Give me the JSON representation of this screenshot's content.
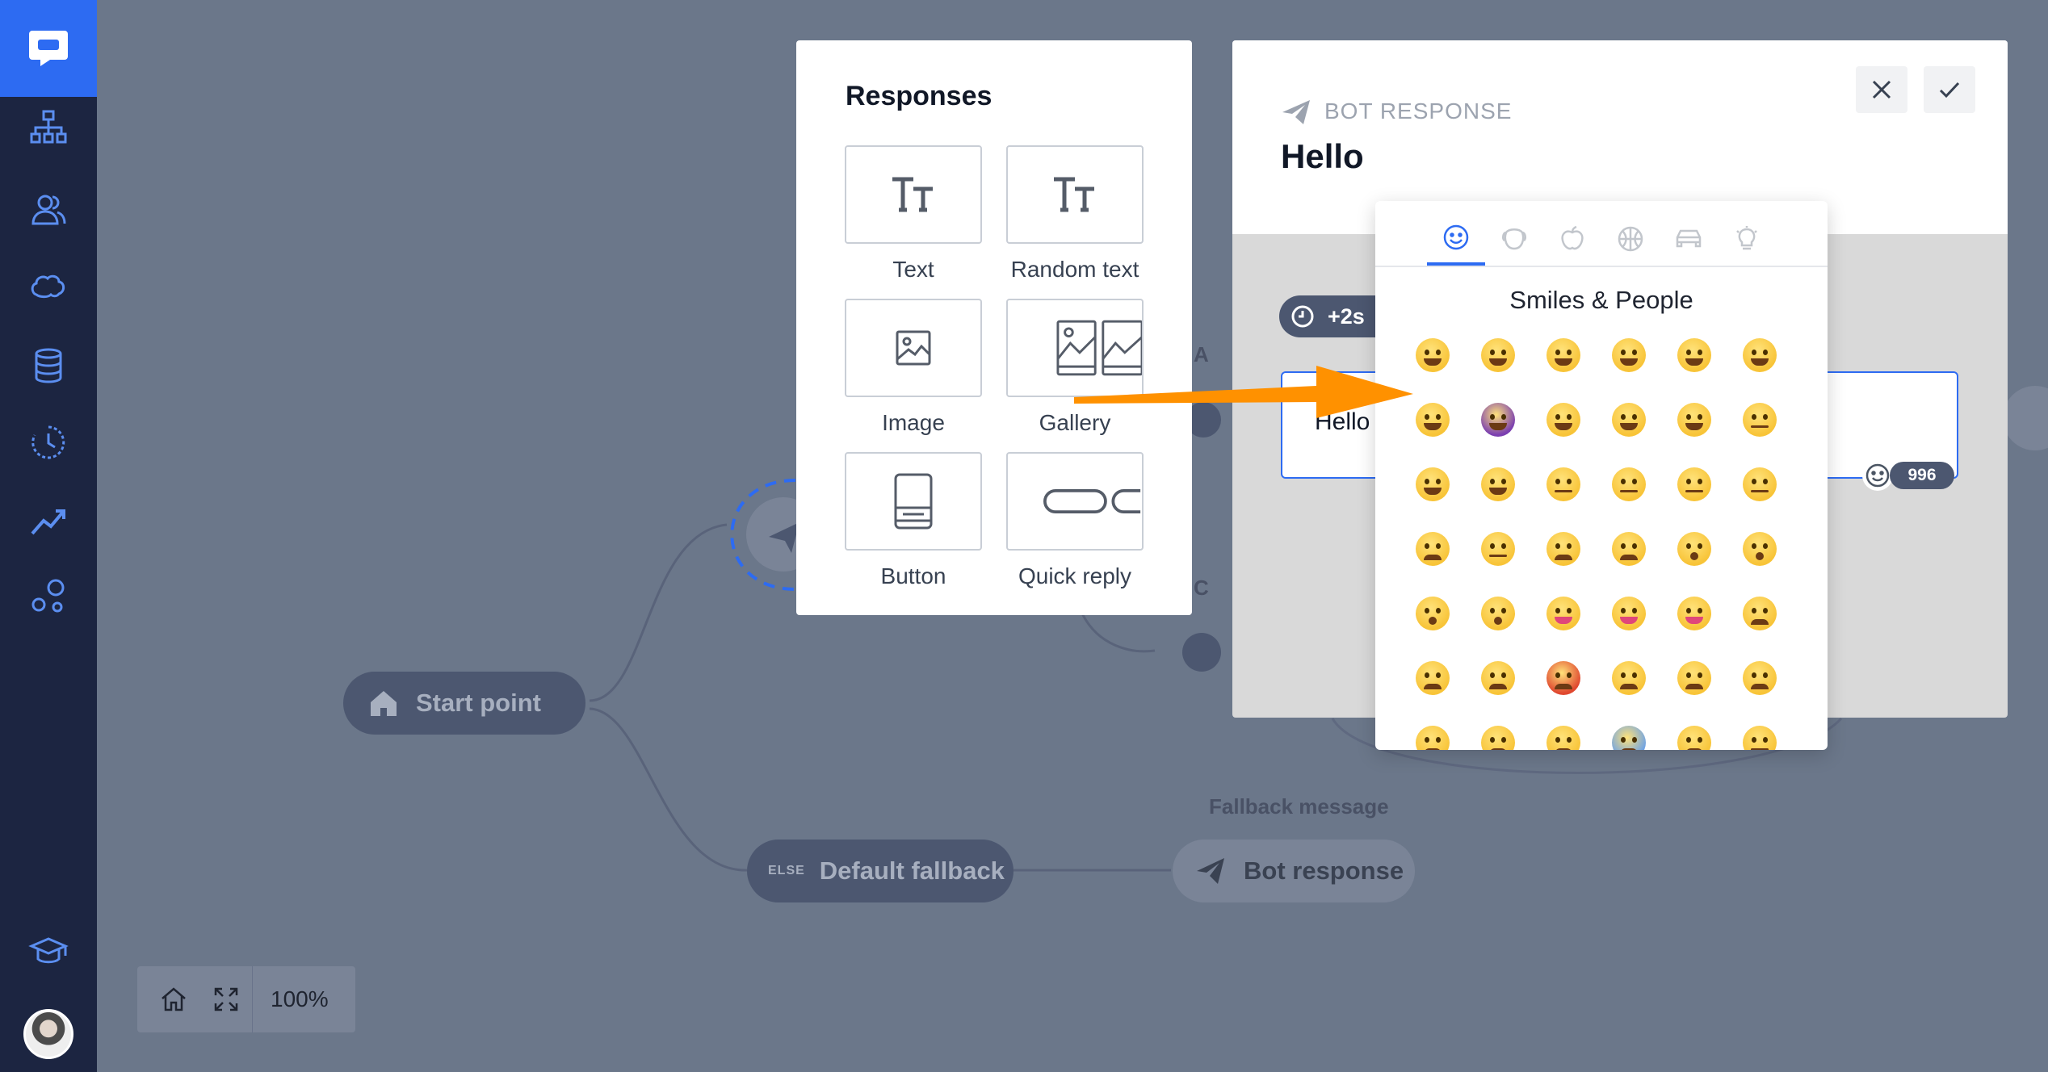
{
  "sidebar": {
    "items": [
      {
        "name": "flows-icon"
      },
      {
        "name": "users-icon"
      },
      {
        "name": "brain-icon"
      },
      {
        "name": "database-icon"
      },
      {
        "name": "history-icon"
      },
      {
        "name": "reports-icon"
      },
      {
        "name": "integrations-icon"
      }
    ]
  },
  "canvas": {
    "start_point": "Start point",
    "else_badge": "ELSE",
    "default_fallback": "Default fallback",
    "fallback_message_label": "Fallback message",
    "bot_response": "Bot response",
    "letter_a": "A",
    "letter_c": "C"
  },
  "zoombar": {
    "zoom": "100%"
  },
  "responses": {
    "title": "Responses",
    "tiles": [
      "Text",
      "Random text",
      "Image",
      "Gallery",
      "Button",
      "Quick reply"
    ]
  },
  "bot_panel": {
    "kicker": "BOT RESPONSE",
    "title": "Hello",
    "delay": "+2s",
    "message": "Hello",
    "char_counter": "996"
  },
  "emoji_picker": {
    "category_title": "Smiles & People",
    "categories": [
      "smiles",
      "animals",
      "food",
      "activity",
      "travel",
      "objects"
    ],
    "emojis": [
      [
        "grinning",
        "joy",
        "smiley",
        "smile",
        "sweat_smile",
        "laughing"
      ],
      [
        "innocent",
        "imp",
        "wink",
        "blush",
        "yum",
        "relieved"
      ],
      [
        "heart_eyes",
        "sunglasses",
        "smirk",
        "neutral_face",
        "expressionless",
        "unamused"
      ],
      [
        "sweat",
        "pensive",
        "confused",
        "confounded",
        "kissing",
        "kissing_heart"
      ],
      [
        "kissing_smiling_eyes",
        "kissing_closed_eyes",
        "stuck_out_tongue",
        "stuck_out_tongue_winking_eye",
        "stuck_out_tongue_closed_eyes",
        "disappointed"
      ],
      [
        "worried",
        "angry",
        "rage",
        "cry",
        "persevere",
        "triumph"
      ],
      [
        "frowning",
        "anguished",
        "fearful",
        "cold_sweat",
        "weary",
        "sleepy"
      ]
    ]
  },
  "colors": {
    "sidebar": "#1c2541",
    "accent": "#2d6bf2",
    "arrow": "#ff9100",
    "canvas": "#6b778a"
  }
}
